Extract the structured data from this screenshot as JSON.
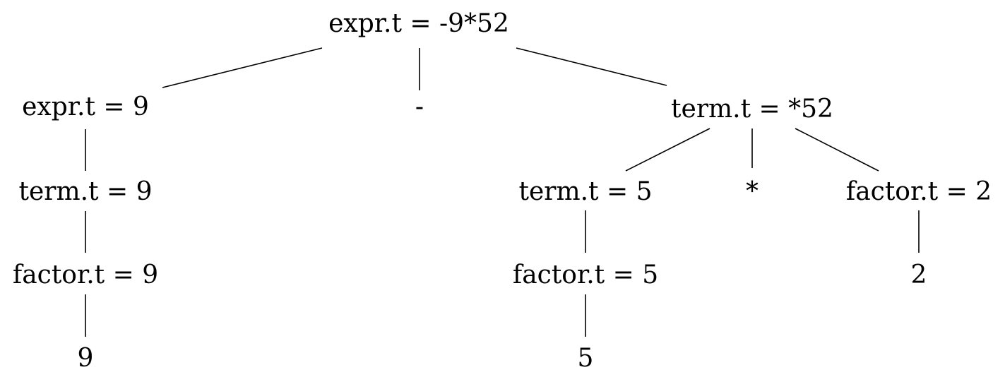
{
  "tree": {
    "nodes": {
      "root": "expr.t = -9*52",
      "expr_left": "expr.t = 9",
      "minus": "-",
      "term_right": "term.t = *52",
      "term_left": "term.t = 9",
      "factor_left": "factor.t = 9",
      "leaf_9": "9",
      "term_5": "term.t = 5",
      "star": "*",
      "factor_2": "factor.t = 2",
      "factor_5": "factor.t = 5",
      "leaf_5": "5",
      "leaf_2": "2"
    },
    "edges": [
      [
        "root",
        "expr_left"
      ],
      [
        "root",
        "minus"
      ],
      [
        "root",
        "term_right"
      ],
      [
        "expr_left",
        "term_left"
      ],
      [
        "term_left",
        "factor_left"
      ],
      [
        "factor_left",
        "leaf_9"
      ],
      [
        "term_right",
        "term_5"
      ],
      [
        "term_right",
        "star"
      ],
      [
        "term_right",
        "factor_2"
      ],
      [
        "term_5",
        "factor_5"
      ],
      [
        "factor_5",
        "leaf_5"
      ],
      [
        "factor_2",
        "leaf_2"
      ]
    ]
  }
}
